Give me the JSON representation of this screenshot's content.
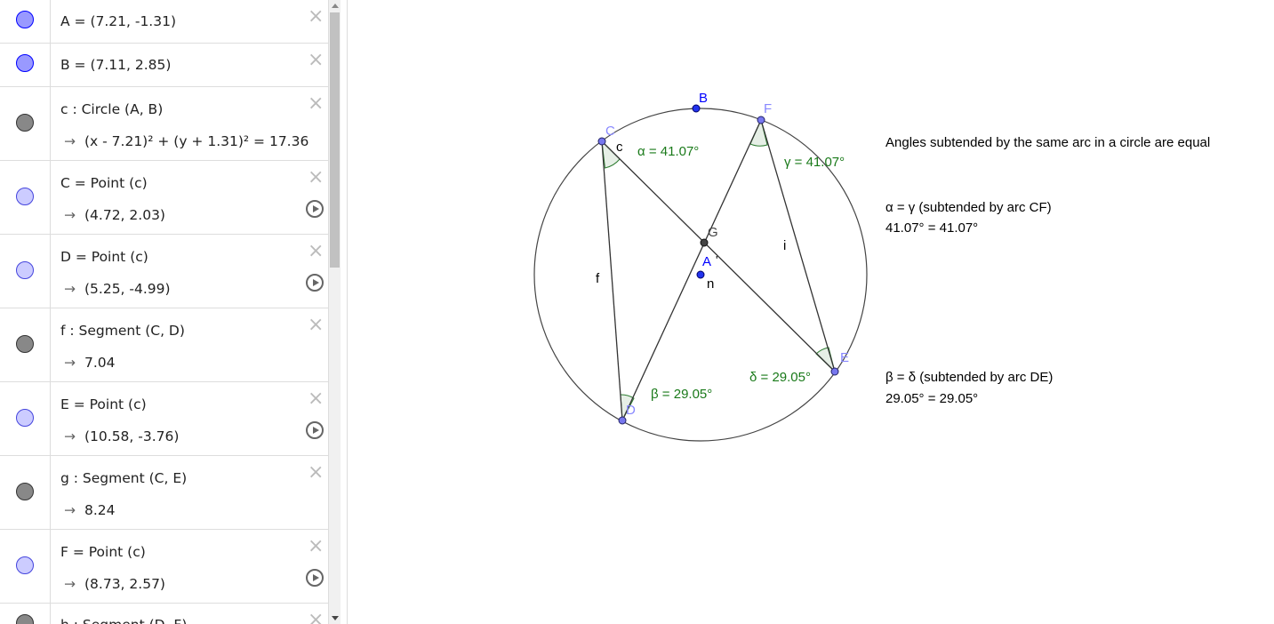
{
  "algebra": {
    "rows": [
      {
        "def": "A = (7.21, -1.31)",
        "output": "",
        "color": "#9999ff",
        "border": "#0000ff",
        "play": false
      },
      {
        "def": "B = (7.11, 2.85)",
        "output": "",
        "color": "#9999ff",
        "border": "#0000ff",
        "play": false
      },
      {
        "def": "c : Circle (A, B)",
        "output": "(x - 7.21)² + (y + 1.31)² = 17.36",
        "color": "#888888",
        "border": "#333333",
        "play": false
      },
      {
        "def": "C = Point (c)",
        "output": "(4.72, 2.03)",
        "color": "#ccccff",
        "border": "#4444dd",
        "play": true
      },
      {
        "def": "D = Point (c)",
        "output": "(5.25, -4.99)",
        "color": "#ccccff",
        "border": "#4444dd",
        "play": true
      },
      {
        "def": "f : Segment (C, D)",
        "output": "7.04",
        "color": "#888888",
        "border": "#333333",
        "play": false
      },
      {
        "def": "E = Point (c)",
        "output": "(10.58, -3.76)",
        "color": "#ccccff",
        "border": "#4444dd",
        "play": true
      },
      {
        "def": "g : Segment (C, E)",
        "output": "8.24",
        "color": "#888888",
        "border": "#333333",
        "play": false
      },
      {
        "def": "F = Point (c)",
        "output": "(8.73, 2.57)",
        "color": "#ccccff",
        "border": "#4444dd",
        "play": true
      },
      {
        "def": "h : Segment (D, F)",
        "output": "",
        "color": "#888888",
        "border": "#333333",
        "play": false
      }
    ],
    "arrow": "→",
    "delete_icon": "close-icon",
    "play_icon": "play-icon"
  },
  "graphics": {
    "labels": {
      "A": "A",
      "B": "B",
      "C": "C",
      "D": "D",
      "E": "E",
      "F": "F",
      "G": "G",
      "c": "c",
      "f": "f",
      "i": "i",
      "n": "n",
      "prime": "'"
    },
    "angles": {
      "alpha": "α = 41.07°",
      "beta": "β = 29.05°",
      "gamma": "γ = 41.07°",
      "delta": "δ = 29.05°"
    },
    "texts": {
      "title": "Angles subtended by the same arc in a circle are equal",
      "eq1": "α = γ (subtended by arc CF)",
      "val1": "41.07° =  41.07°",
      "eq2": "β = δ (subtended by arc DE)",
      "val2": "29.05° = 29.05°"
    },
    "colors": {
      "free_point": "#0000ff",
      "dependent_point": "#7777ee",
      "angle": "#006400",
      "angle_fill": "#e6efe6",
      "line": "#333333"
    }
  }
}
